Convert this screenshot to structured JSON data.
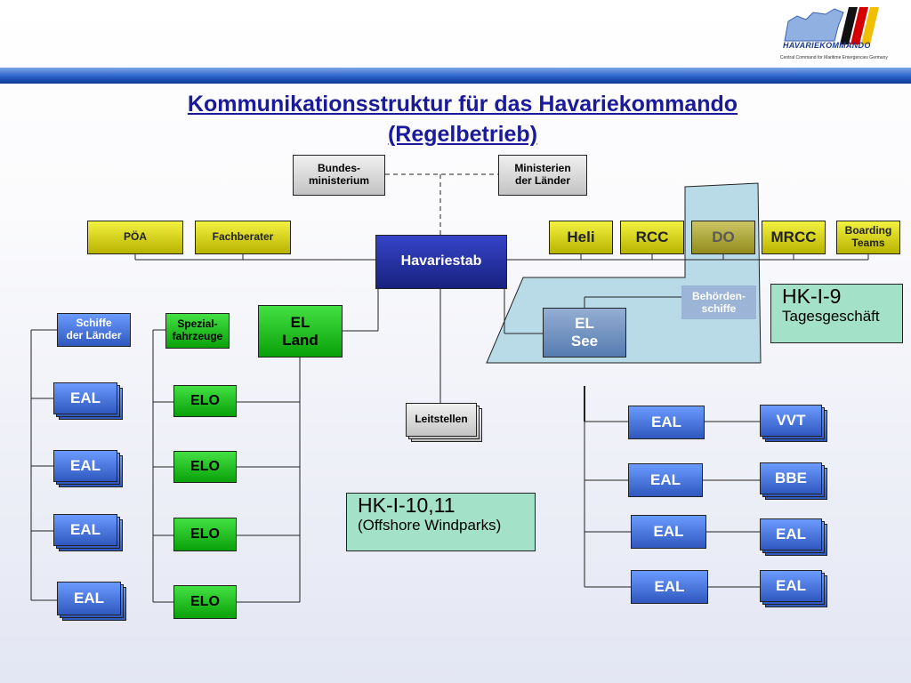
{
  "logo": {
    "wordmark": "HAVARIEKOMMANDO",
    "tagline": "Central Command for Maritime Emergencies Germany"
  },
  "title": {
    "line1": "Kommunikationsstruktur für das Havariekommando",
    "line2": "(Regelbetrieb)"
  },
  "nodes": {
    "bundesministerium": "Bundes-\nministerium",
    "ministerien": "Ministerien\nder Länder",
    "poa": "PÖA",
    "fachberater": "Fachberater",
    "havariestab": "Havariestab",
    "heli": "Heli",
    "rcc": "RCC",
    "do": "DO",
    "mrcc": "MRCC",
    "boarding": "Boarding\nTeams",
    "behoerden": "Behörden-\nschiffe",
    "schiffe": "Schiffe\nder Länder",
    "spezial": "Spezial-\nfahrzeuge",
    "el_land": "EL\nLand",
    "el_see": "EL\nSee",
    "leitstellen": "Leitstellen",
    "eal": "EAL",
    "elo": "ELO",
    "vvt": "VVT",
    "bbe": "BBE"
  },
  "notes": {
    "hk9": {
      "title": "HK-I-9",
      "sub": "Tagesgeschäft"
    },
    "hk10": {
      "title": "HK-I-10,11",
      "sub": "(Offshore Windparks)"
    }
  },
  "colors": {
    "title": "#1a1a9a",
    "band": "#2a62c9",
    "yellow": "#e6e31a",
    "green": "#19c419",
    "blue": "#4a78e0",
    "navy": "#1f2b9e",
    "steel": "#7394c4",
    "mint": "#a3e2c8",
    "sea": "#b9dbe8"
  }
}
